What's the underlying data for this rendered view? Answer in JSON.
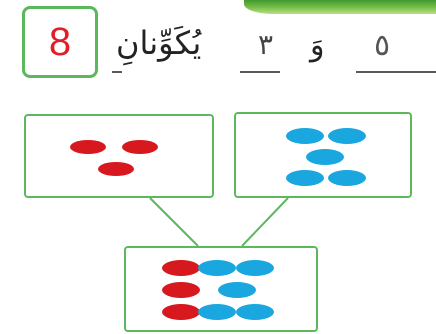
{
  "answer_box": {
    "value": "8"
  },
  "equation": {
    "first_number": "٥",
    "conjunction": "وَ",
    "second_number": "٣",
    "result_word": "يُكَوِّنانِ"
  },
  "groups": {
    "left": {
      "color": "#d7191f",
      "count": 3
    },
    "right": {
      "color": "#1aa7e0",
      "count": 5
    },
    "combined": {
      "red_count": 3,
      "blue_count": 5
    }
  },
  "colors": {
    "border": "#5cb85c",
    "answer": "#e01f26"
  }
}
